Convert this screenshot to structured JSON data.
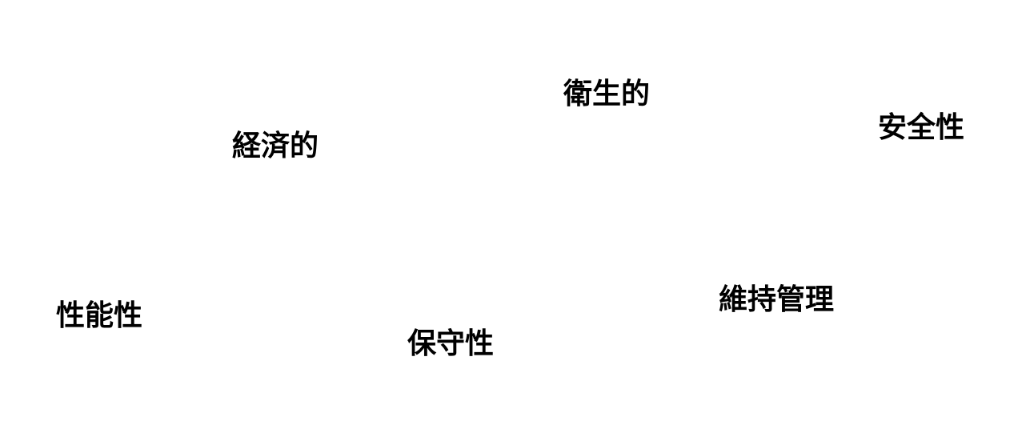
{
  "words": {
    "hygienic": "衛生的",
    "economic": "経済的",
    "safety": "安全性",
    "maintenance_management": "維持管理",
    "performance": "性能性",
    "maintainability": "保守性"
  },
  "colors": {
    "background": "#ffffff",
    "text": "#000000"
  }
}
